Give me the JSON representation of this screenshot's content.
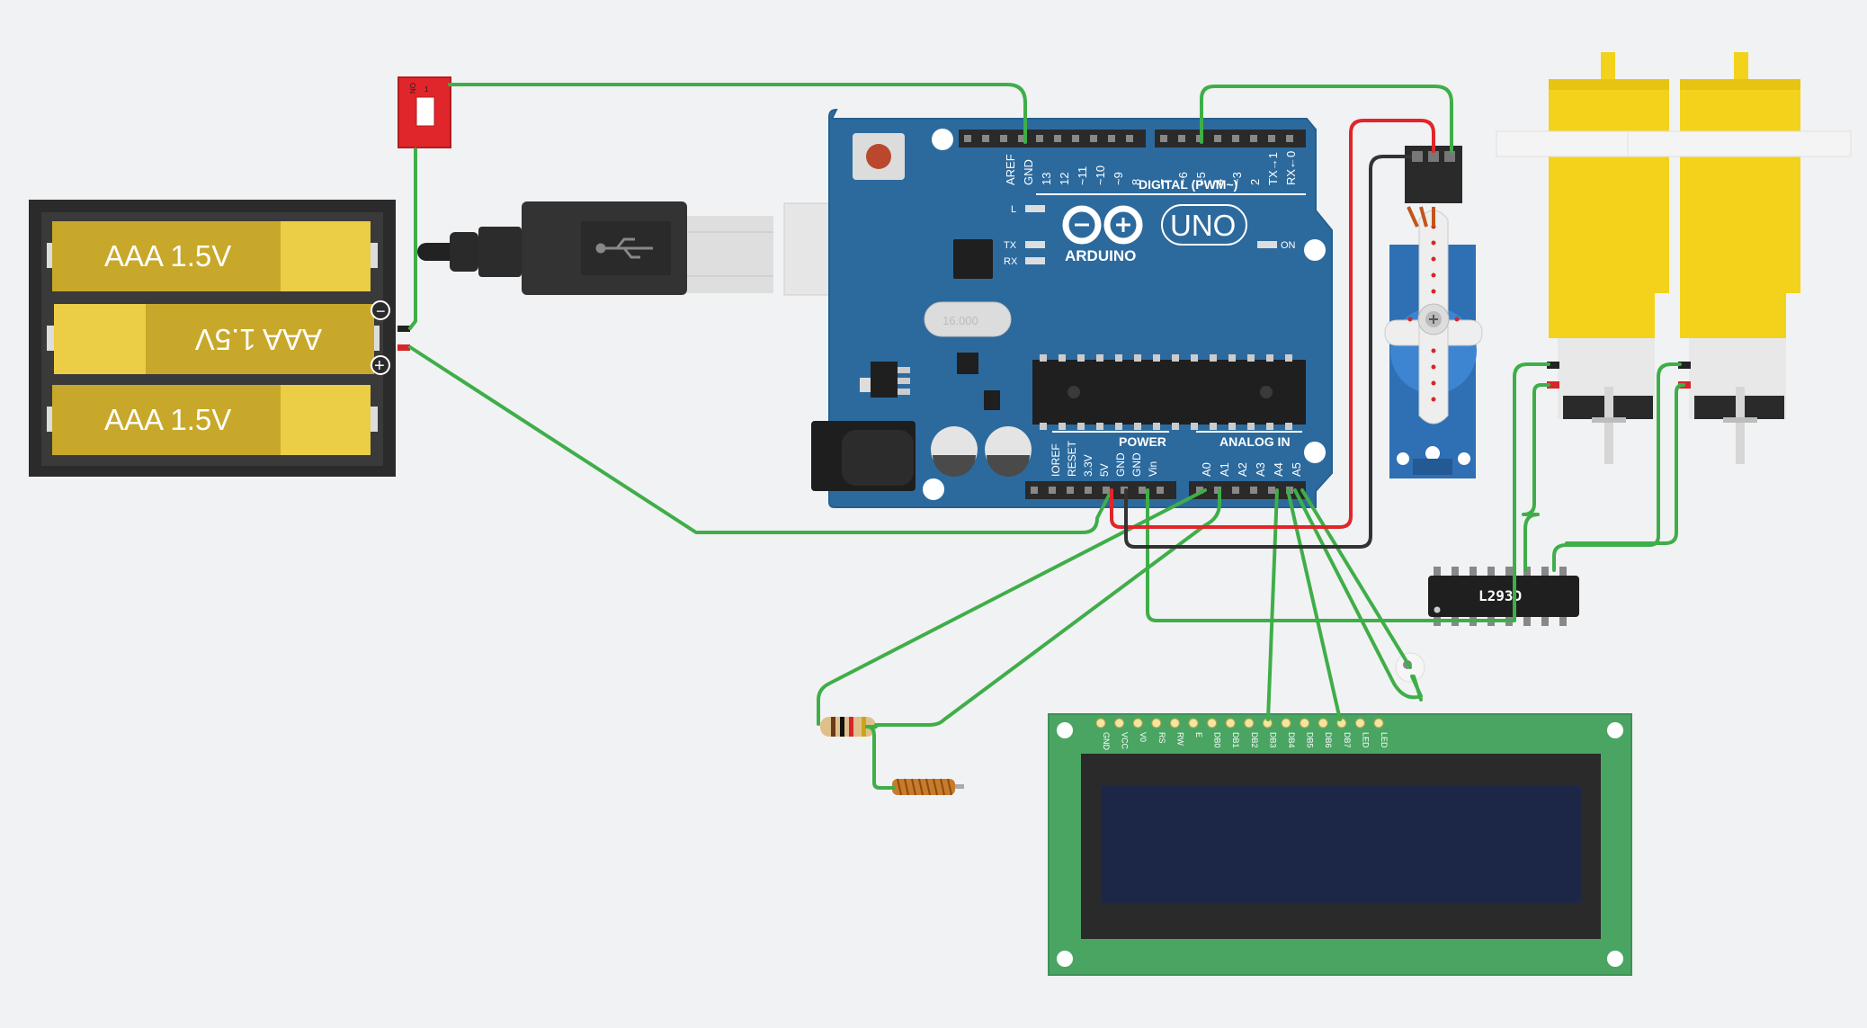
{
  "battery": {
    "cells": [
      {
        "label": "AAA 1.5V",
        "flipped": false
      },
      {
        "label": "AAA 1.5V",
        "flipped": true
      },
      {
        "label": "AAA 1.5V",
        "flipped": false
      }
    ],
    "minus_sign": "−",
    "plus_sign": "+"
  },
  "switch": {
    "on_label": "ON",
    "one_label": "1"
  },
  "arduino": {
    "brand": "ARDUINO",
    "model": "UNO",
    "digital_label": "DIGITAL (PWM~)",
    "power_label": "POWER",
    "analog_label": "ANALOG IN",
    "on_label": "ON",
    "led_l": "L",
    "led_tx": "TX",
    "led_rx": "RX",
    "crystal": "16.000",
    "top_pins_left": [
      "AREF",
      "GND",
      "13",
      "12",
      "~11",
      "~10",
      "~9",
      "8"
    ],
    "top_pins_right": [
      "7",
      "~6",
      "~5",
      "4",
      "~3",
      "2",
      "TX→1",
      "RX←0"
    ],
    "bottom_power_pins": [
      "IOREF",
      "RESET",
      "3.3V",
      "5V",
      "GND",
      "GND",
      "Vin"
    ],
    "bottom_analog_pins": [
      "A0",
      "A1",
      "A2",
      "A3",
      "A4",
      "A5"
    ]
  },
  "driver": {
    "label": "L293D"
  },
  "lcd": {
    "pins": [
      "GND",
      "VCC",
      "V0",
      "RS",
      "RW",
      "E",
      "DB0",
      "DB1",
      "DB2",
      "DB3",
      "DB4",
      "DB5",
      "DB6",
      "DB7",
      "LED",
      "LED"
    ]
  },
  "colors": {
    "wire_green": "#3fae49",
    "wire_red": "#e0262a",
    "wire_black": "#333333",
    "board_blue": "#2c6a9e",
    "motor_yellow": "#f3d21b",
    "lcd_green": "#4aa563",
    "lcd_screen": "#1c2748",
    "battery_gold": "#c8a82a"
  }
}
